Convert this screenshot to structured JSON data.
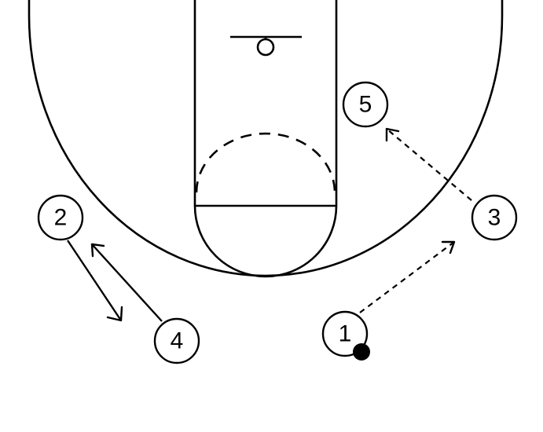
{
  "players": [
    {
      "label": "1"
    },
    {
      "label": "2"
    },
    {
      "label": "3"
    },
    {
      "label": "4"
    },
    {
      "label": "5"
    }
  ],
  "colors": {
    "lines": "#000000",
    "background": "#ffffff"
  }
}
